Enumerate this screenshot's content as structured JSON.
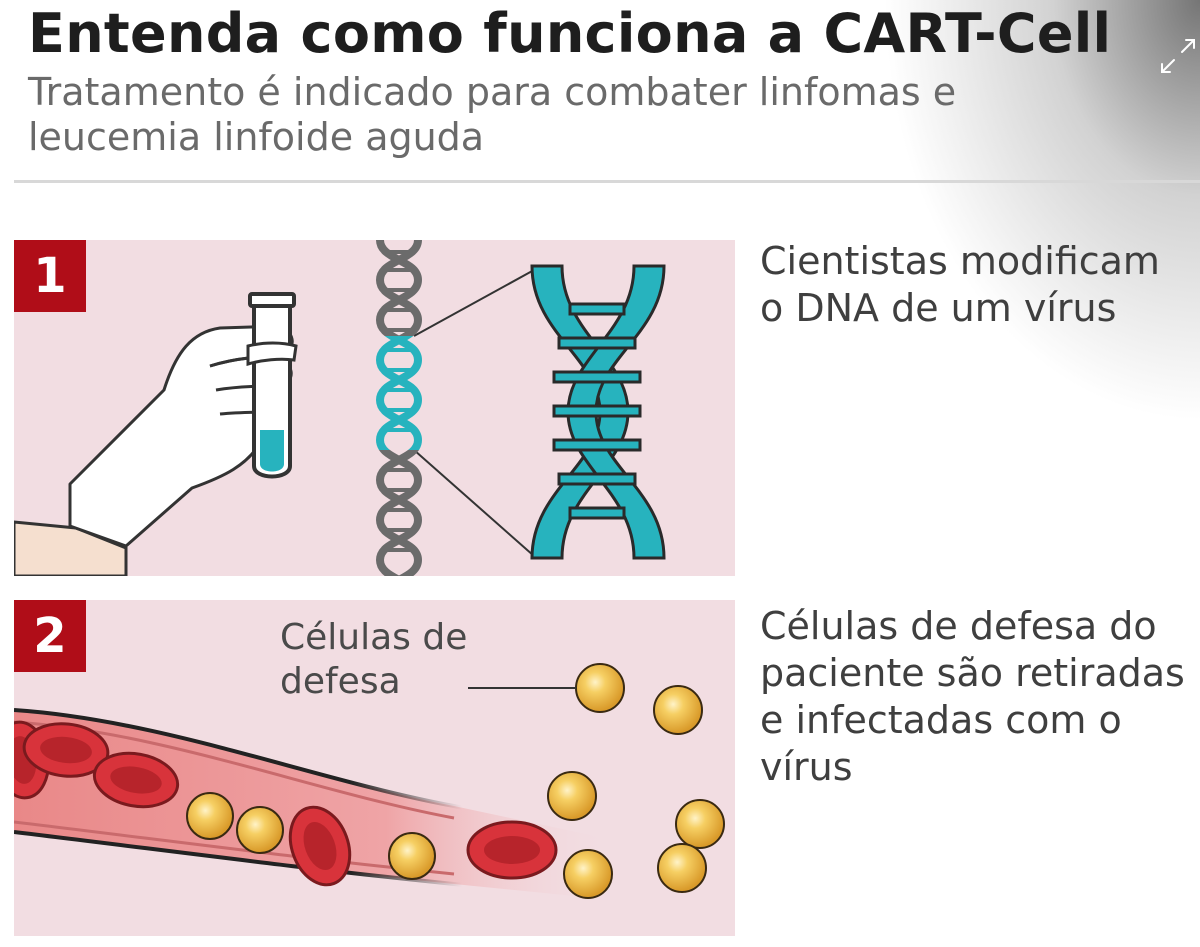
{
  "header": {
    "title": "Entenda como funciona a CART-Cell",
    "subtitle": "Tratamento é indicado para combater linfomas e leucemia linfoide aguda"
  },
  "steps": [
    {
      "number": "1",
      "text": "Cientistas modificam o DNA de um vírus"
    },
    {
      "number": "2",
      "text": "Células de defesa do paciente são retiradas e infectadas com o vírus",
      "cell_label": "Células de defesa"
    }
  ],
  "colors": {
    "badge": "#b00d18",
    "panel": "#f2dde2",
    "dna_highlight": "#27b3be",
    "dna_gray": "#6b6b6b",
    "red_cell": "#d8333b",
    "defense_cell": "#f2c14a"
  },
  "icons": [
    "expand-icon",
    "glove-hand-icon",
    "test-tube-icon",
    "dna-strand-icon",
    "dna-zoom-icon",
    "blood-vessel-icon",
    "red-blood-cell-icon",
    "defense-cell-icon"
  ]
}
